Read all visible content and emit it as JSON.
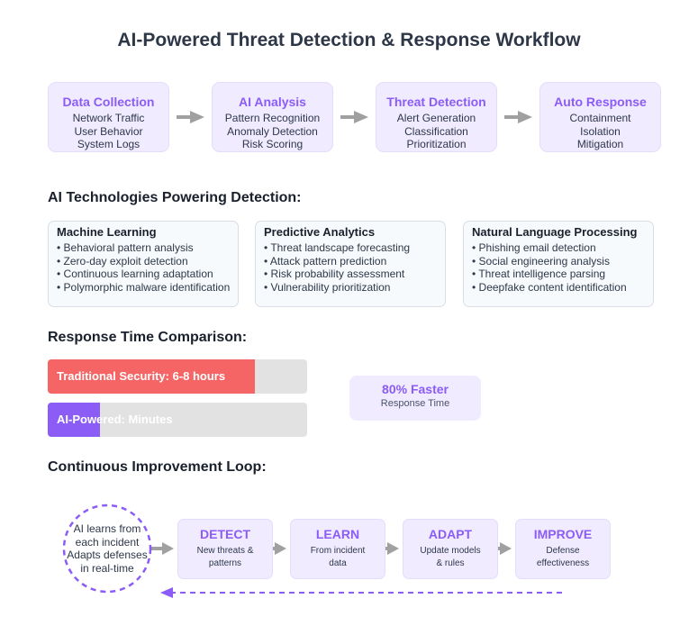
{
  "title": "AI-Powered Threat Detection & Response Workflow",
  "workflow": [
    {
      "title": "Data Collection",
      "lines": [
        "Network Traffic",
        "User Behavior",
        "System Logs"
      ]
    },
    {
      "title": "AI Analysis",
      "lines": [
        "Pattern Recognition",
        "Anomaly Detection",
        "Risk Scoring"
      ]
    },
    {
      "title": "Threat Detection",
      "lines": [
        "Alert Generation",
        "Classification",
        "Prioritization"
      ]
    },
    {
      "title": "Auto Response",
      "lines": [
        "Containment",
        "Isolation",
        "Mitigation"
      ]
    }
  ],
  "technologies": {
    "heading": "AI Technologies Powering Detection:",
    "cards": [
      {
        "title": "Machine Learning",
        "items": [
          "• Behavioral pattern analysis",
          "• Zero-day exploit detection",
          "• Continuous learning adaptation",
          "• Polymorphic malware identification"
        ]
      },
      {
        "title": "Predictive Analytics",
        "items": [
          "• Threat landscape forecasting",
          "• Attack pattern prediction",
          "• Risk probability assessment",
          "• Vulnerability prioritization"
        ]
      },
      {
        "title": "Natural Language Processing",
        "items": [
          "• Phishing email detection",
          "• Social engineering analysis",
          "• Threat intelligence parsing",
          "• Deepfake content identification"
        ]
      }
    ]
  },
  "response_time": {
    "heading": "Response Time Comparison:",
    "bars": [
      {
        "label": "Traditional Security: 6-8 hours",
        "fill_fraction": 0.8,
        "color": "#f56565"
      },
      {
        "label": "AI-Powered: Minutes",
        "fill_fraction": 0.2,
        "color": "#8b5cf6"
      }
    ],
    "callout": {
      "headline": "80% Faster",
      "sub": "Response Time"
    }
  },
  "improvement": {
    "heading": "Continuous Improvement Loop:",
    "circle_lines": [
      "AI learns from",
      "each incident",
      "Adapts defenses",
      "in real-time"
    ],
    "steps": [
      {
        "title": "DETECT",
        "lines": [
          "New threats &",
          "patterns"
        ]
      },
      {
        "title": "LEARN",
        "lines": [
          "From incident",
          "data"
        ]
      },
      {
        "title": "ADAPT",
        "lines": [
          "Update models",
          "& rules"
        ]
      },
      {
        "title": "IMPROVE",
        "lines": [
          "Defense",
          "effectiveness"
        ]
      }
    ]
  },
  "colors": {
    "accent": "#8b5cf6",
    "traditional": "#f56565",
    "arrow": "#a0a0a0",
    "card_bg": "#f0ebff"
  }
}
